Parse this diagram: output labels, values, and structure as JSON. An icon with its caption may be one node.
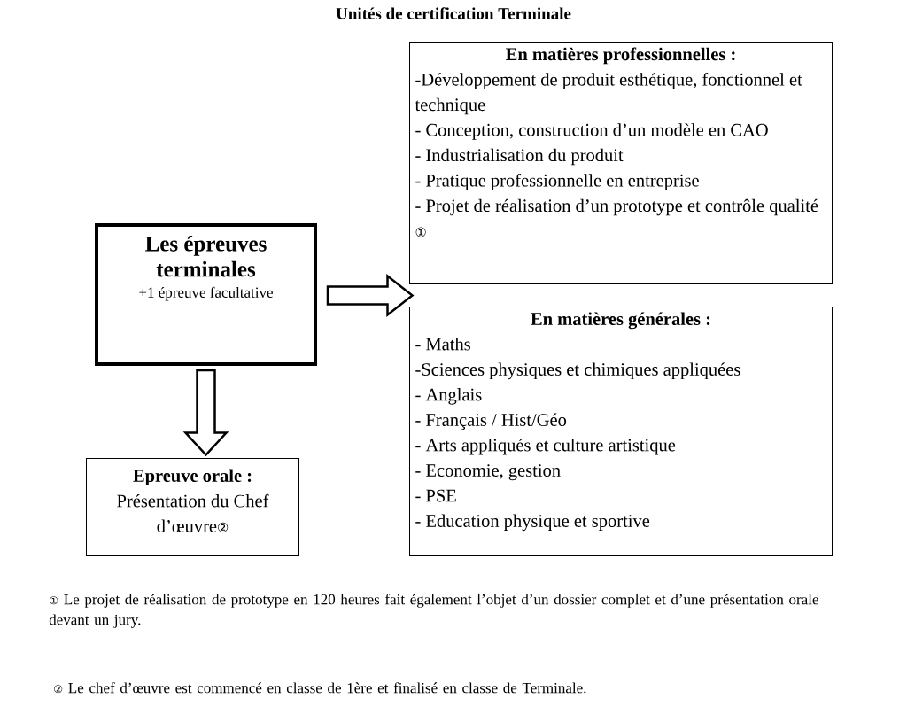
{
  "diagram": {
    "title": "Unités de certification Terminale",
    "nodes": [
      {
        "text": [
          "Les épreuves terminales",
          "+1 épreuve facultative"
        ]
      },
      {
        "text": [
          "En matières professionnelles :",
          "-Développement de produit esthétique, fonctionnel et technique",
          "- Conception, construction d’un modèle en CAO",
          "- Industrialisation du produit",
          "- Pratique professionnelle en entreprise",
          "- Projet de réalisation d’un prototype et contrôle qualité ①"
        ]
      },
      {
        "text": [
          "En matières générales :",
          "- Maths",
          "-Sciences physiques et chimiques appliquées",
          "- Anglais",
          "- Français / Hist/Géo",
          "- Arts appliqués et culture artistique",
          "- Economie, gestion",
          "- PSE",
          "- Education physique et sportive"
        ]
      },
      {
        "text": [
          "Epreuve orale :",
          "Présentation du Chef d’œuvre②"
        ]
      }
    ],
    "edges": [
      {
        "from": 0,
        "to": 1,
        "arrow": "to"
      },
      {
        "from": 0,
        "to": 2,
        "arrow": "to"
      },
      {
        "from": 0,
        "to": 3,
        "arrow": "to"
      }
    ],
    "labels": [
      "① Le projet de réalisation de prototype en 120 heures fait également l’objet d’un dossier complet et d’une présentation orale devant un jury.",
      "② Le chef d’œuvre est commencé en classe de 1ère et finalisé en classe de Terminale."
    ]
  }
}
